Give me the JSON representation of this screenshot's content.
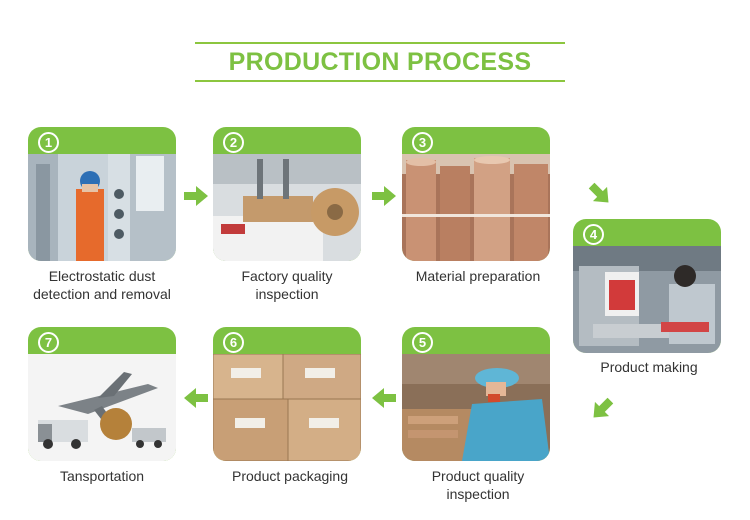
{
  "title": "PRODUCTION PROCESS",
  "accent_color": "#7dc142",
  "steps": [
    {
      "num": "1",
      "label": "Electrostatic dust\ndetection and removal",
      "icon": "air-shower-room-photo"
    },
    {
      "num": "2",
      "label": "Factory quality\ninspection",
      "icon": "paper-machine-photo"
    },
    {
      "num": "3",
      "label": "Material preparation",
      "icon": "paper-rolls-photo"
    },
    {
      "num": "4",
      "label": "Product making",
      "icon": "bag-making-machine-photo"
    },
    {
      "num": "5",
      "label": "Product quality\ninspection",
      "icon": "worker-inspection-photo"
    },
    {
      "num": "6",
      "label": "Product packaging",
      "icon": "cardboard-boxes-photo"
    },
    {
      "num": "7",
      "label": "Tansportation",
      "icon": "plane-truck-globe-photo"
    }
  ]
}
